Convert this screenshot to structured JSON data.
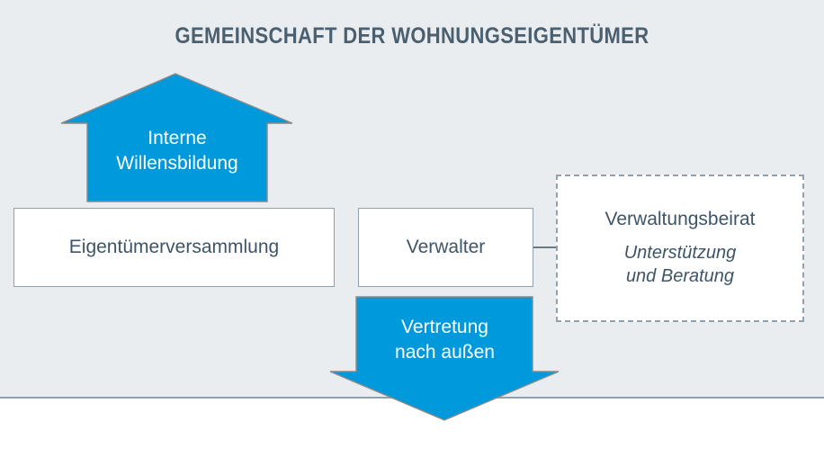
{
  "diagram": {
    "title": "GEMEINSCHAFT DER WOHNUNGSEIGENTÜMER",
    "colors": {
      "panel_background": "#e9edf0",
      "page_background": "#ffffff",
      "accent_blue": "#0099dc",
      "text_dark": "#3d5566",
      "title_text": "#4a6070",
      "border_gray": "#8fa1ad"
    },
    "boxes": [
      {
        "id": "eigentuemerversammlung",
        "label": "Eigentümerversammlung",
        "style": "solid"
      },
      {
        "id": "verwalter",
        "label": "Verwalter",
        "style": "solid"
      },
      {
        "id": "verwaltungsbeirat",
        "label": "Verwaltungsbeirat",
        "subtitle_line1": "Unterstützung",
        "subtitle_line2": "und Beratung",
        "style": "dashed"
      }
    ],
    "arrows": [
      {
        "id": "interne-willensbildung",
        "direction": "up",
        "line1": "Interne",
        "line2": "Willensbildung"
      },
      {
        "id": "vertretung-nach-aussen",
        "direction": "down",
        "line1": "Vertretung",
        "line2": "nach außen"
      }
    ],
    "connector": {
      "id": "verwalter-to-verwaltungsbeirat",
      "label": ""
    }
  }
}
